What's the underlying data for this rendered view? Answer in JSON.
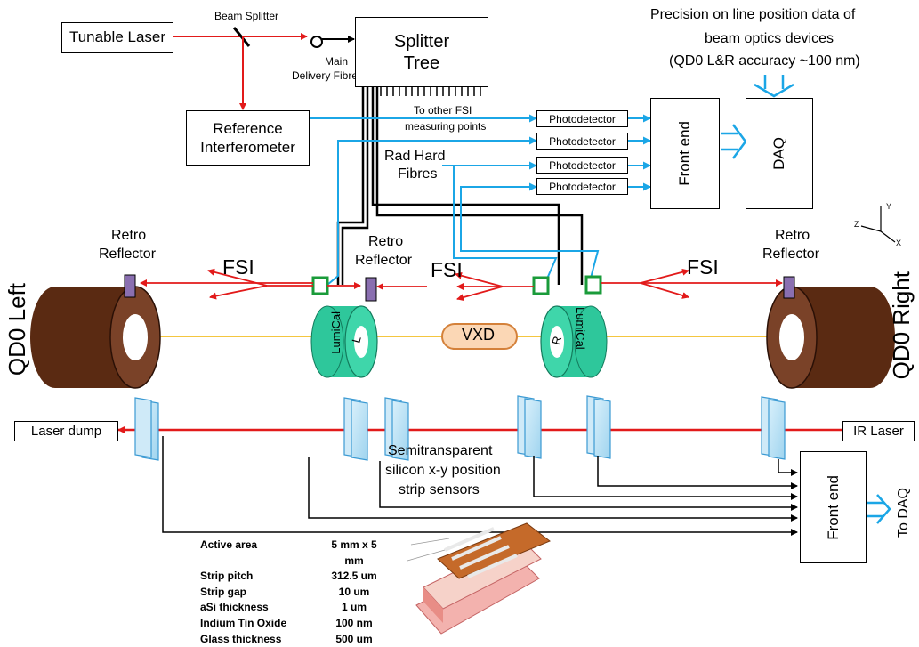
{
  "labels": {
    "tunable_laser": "Tunable Laser",
    "beam_splitter": "Beam Splitter",
    "main_fibre_1": "Main",
    "main_fibre_2": "Delivery Fibre",
    "splitter_tree_1": "Splitter",
    "splitter_tree_2": "Tree",
    "ref_interf_1": "Reference",
    "ref_interf_2": "Interferometer",
    "to_other_fsi_1": "To other FSI",
    "to_other_fsi_2": "measuring points",
    "rad_hard_1": "Rad Hard",
    "rad_hard_2": "Fibres",
    "photodetector": "Photodetector",
    "front_end": "Front end",
    "daq": "DAQ",
    "precision_1": "Precision on line position data of",
    "precision_2": "beam optics devices",
    "precision_3": "(QD0 L&R accuracy ~100 nm)",
    "retro_1": "Retro",
    "retro_2": "Reflector",
    "fsi": "FSI",
    "qd0_left": "QD0 Left",
    "qd0_right": "QD0 Right",
    "lumical": "LumiCal",
    "lumical_l": "L",
    "lumical_r": "R",
    "vxd": "VXD",
    "laser_dump": "Laser dump",
    "ir_laser": "IR Laser",
    "semi_1": "Semitransparent",
    "semi_2": "silicon x-y position",
    "semi_3": "strip sensors",
    "to_daq": "To DAQ",
    "axis_y": "Y",
    "axis_z": "Z",
    "axis_x": "X"
  },
  "specs": [
    {
      "name": "Active area",
      "value": "5 mm x 5 mm"
    },
    {
      "name": "Strip pitch",
      "value": "312.5 um"
    },
    {
      "name": "Strip gap",
      "value": "10 um"
    },
    {
      "name": "aSi thickness",
      "value": "1 um"
    },
    {
      "name": "Indium Tin Oxide",
      "value": "100 nm"
    },
    {
      "name": "Glass thickness",
      "value": "500 um"
    }
  ],
  "colors": {
    "laser_red": "#e21a1a",
    "fibre_blue": "#1ba6e6",
    "magnet_brown": "#5a2a12",
    "lumical_green": "#2ec79b",
    "vxd_fill": "#fbd7b5",
    "reflector_purple": "#8a6fb0",
    "sensor_blue": "#bfe3f6"
  }
}
